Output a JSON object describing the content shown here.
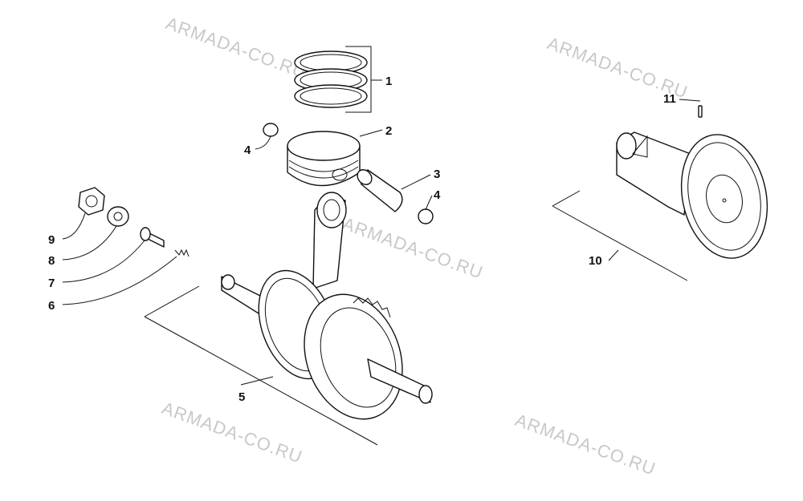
{
  "watermark_text": "ARMADA-CO.RU",
  "callouts": {
    "c1": "1",
    "c2": "2",
    "c3": "3",
    "c4a": "4",
    "c4b": "4",
    "c5": "5",
    "c6": "6",
    "c7": "7",
    "c8": "8",
    "c9": "9",
    "c10": "10",
    "c11": "11"
  },
  "colors": {
    "line": "#111111",
    "watermark": "#c8c8c8",
    "background": "#ffffff"
  }
}
